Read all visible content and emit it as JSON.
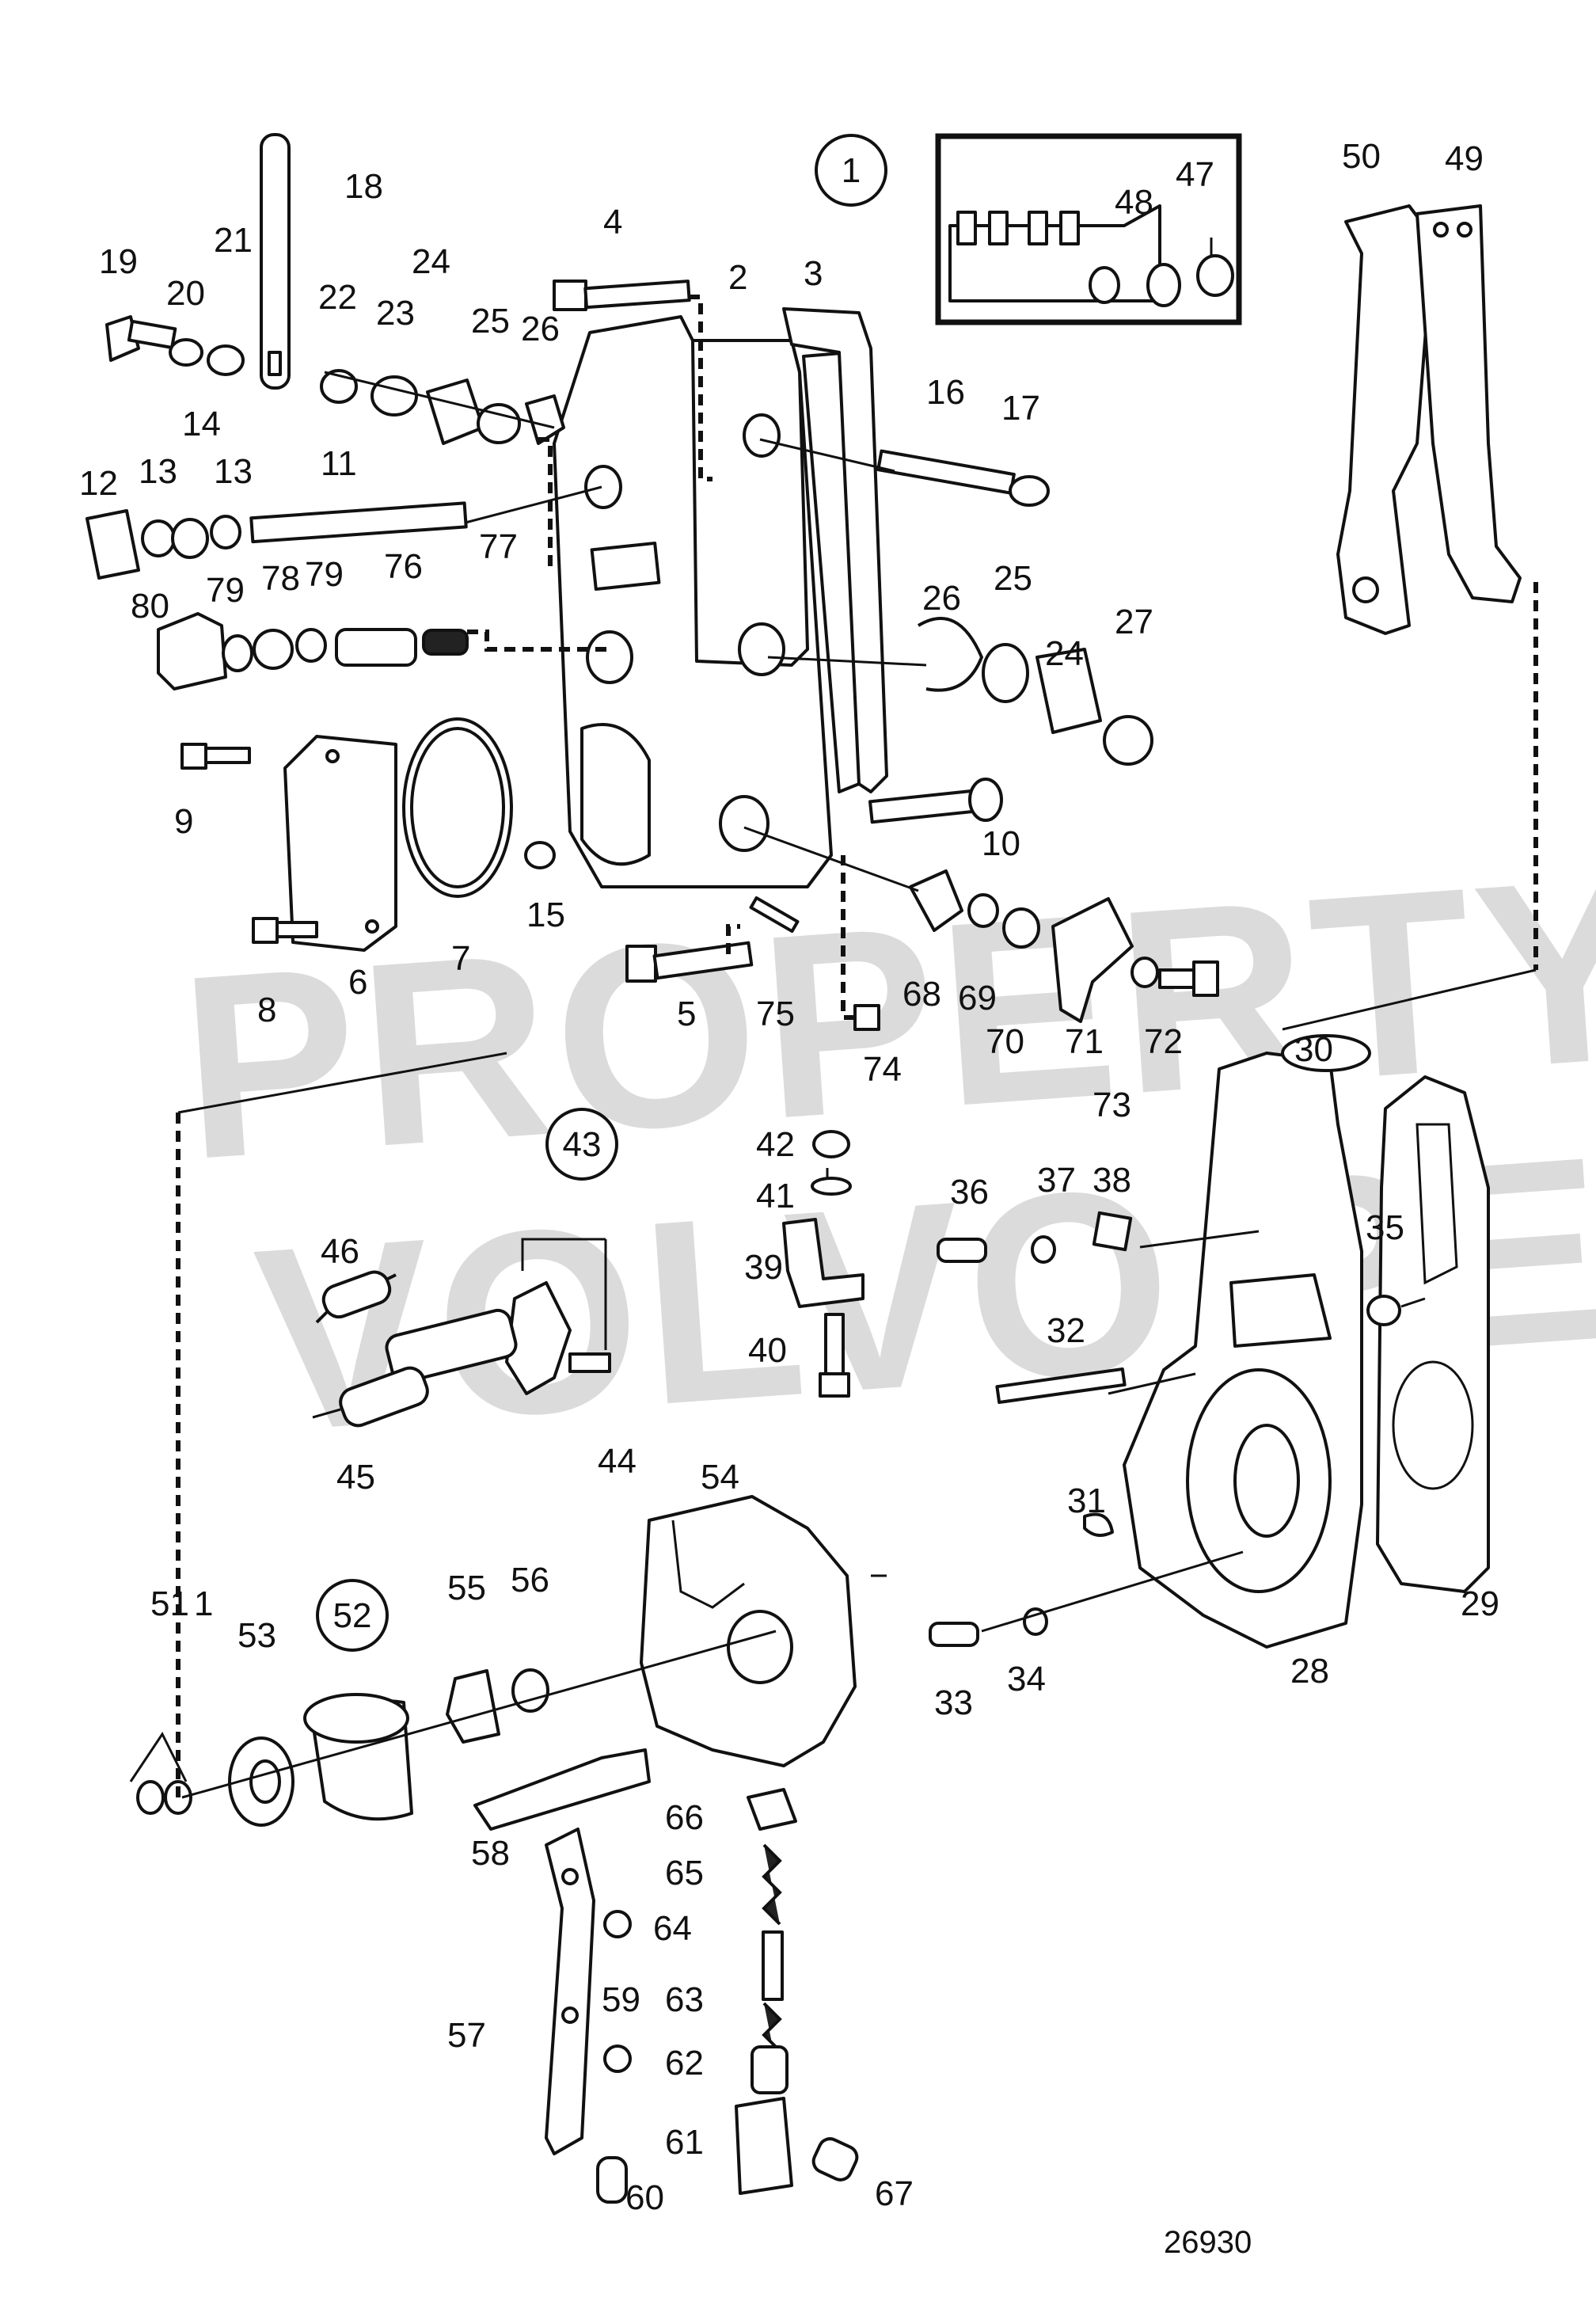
{
  "watermark": {
    "line1": "PROPERTY OF",
    "line2": "VOLVO PENTA"
  },
  "drawing_number": "26930",
  "circled_labels": [
    "1",
    "43",
    "52"
  ],
  "part_labels": [
    "1",
    "2",
    "3",
    "4",
    "5",
    "6",
    "7",
    "8",
    "9",
    "10",
    "11",
    "12",
    "13",
    "13",
    "14",
    "15",
    "16",
    "17",
    "18",
    "19",
    "20",
    "21",
    "22",
    "23",
    "24",
    "24",
    "25",
    "25",
    "26",
    "26",
    "27",
    "28",
    "29",
    "30",
    "31",
    "32",
    "33",
    "34",
    "35",
    "36",
    "37",
    "38",
    "39",
    "40",
    "41",
    "42",
    "44",
    "45",
    "46",
    "47",
    "48",
    "49",
    "50",
    "51",
    "53",
    "54",
    "55",
    "56",
    "57",
    "58",
    "59",
    "60",
    "61",
    "62",
    "63",
    "64",
    "65",
    "66",
    "67",
    "68",
    "69",
    "70",
    "71",
    "72",
    "73",
    "74",
    "75",
    "76",
    "77",
    "78",
    "79",
    "79",
    "80"
  ]
}
